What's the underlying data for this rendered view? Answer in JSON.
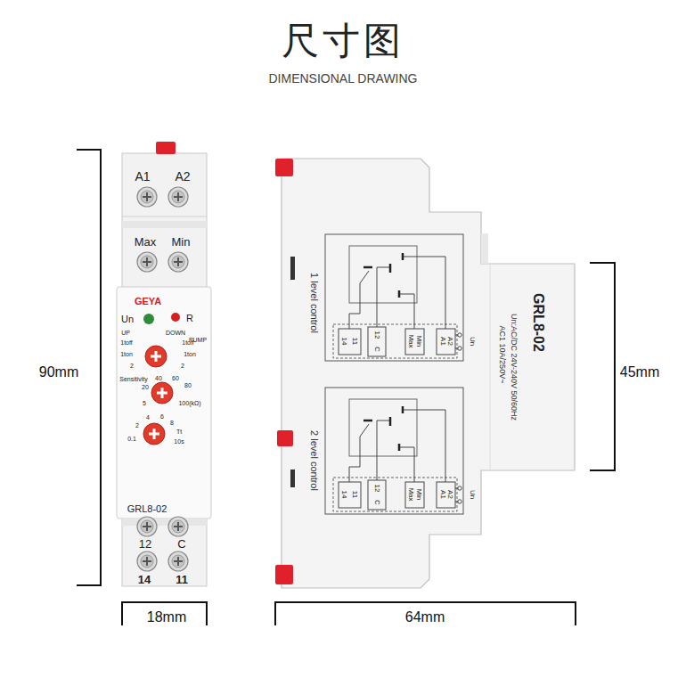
{
  "diagram": {
    "title": "尺寸图",
    "labels": [
      "DIMENSIONAL DRAWING",
      "A1",
      "A2",
      "Max",
      "Min",
      "GEYA",
      "Un",
      "R",
      "UP",
      "DOWN",
      "PUMP",
      "1toff",
      "1ton",
      "2",
      "1toff",
      "1ton",
      "2",
      "Sensitivity",
      "20",
      "40",
      "60",
      "80",
      "5",
      "100(kΩ)",
      "4",
      "6",
      "2",
      "8",
      "Tt",
      "0.1",
      "10s",
      "GRL8-02",
      "12",
      "C",
      "14",
      "11",
      "90mm",
      "18mm",
      "64mm",
      "45mm",
      "1 level control",
      "14",
      "11",
      "12",
      "C",
      "Max",
      "Min",
      "A1",
      "A2",
      "Un",
      "2 level control",
      "14",
      "11",
      "12",
      "C",
      "Max",
      "Min",
      "A1",
      "A2",
      "Un",
      "GRL8-02",
      "Un:AC/DC 24V-240V 50/60Hz",
      "AC1 10A/250V~"
    ]
  }
}
